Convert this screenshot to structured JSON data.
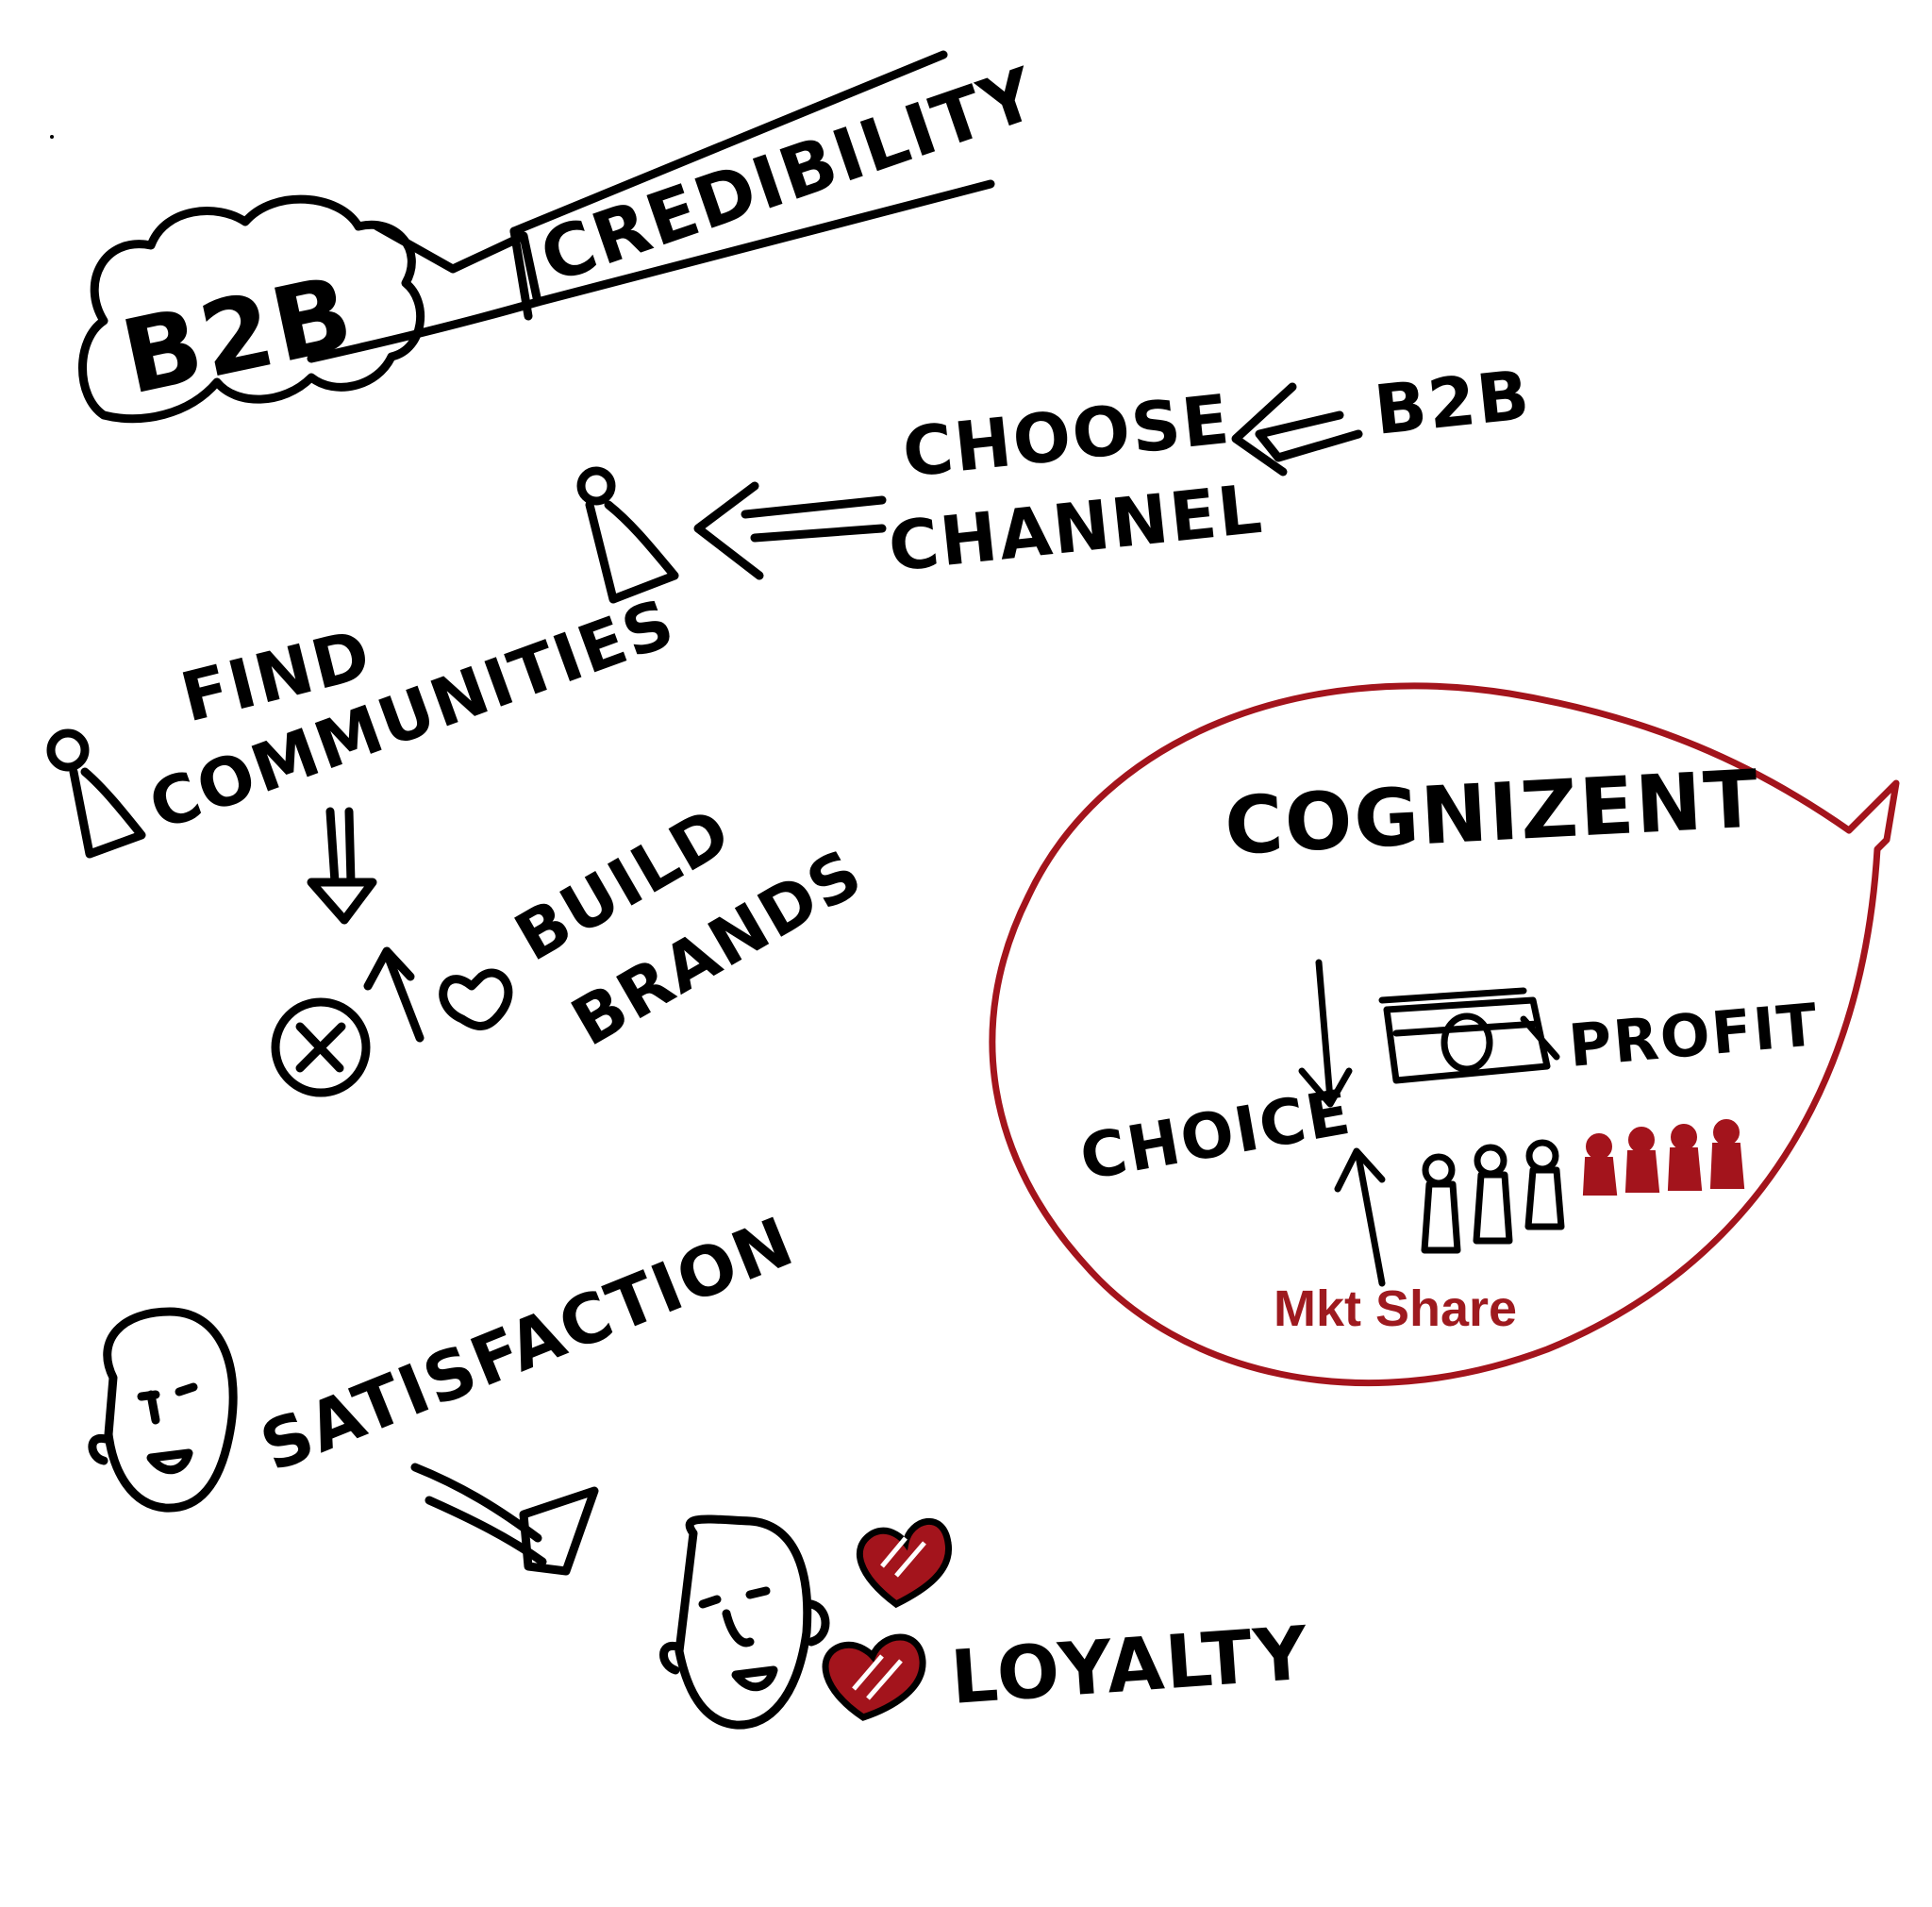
{
  "labels": {
    "b2b_cloud": "B2B",
    "credibility": "CREDIBILITY",
    "b2b_small": "B2B",
    "choose": "CHOOSE",
    "channel": "CHANNEL",
    "find": "FIND",
    "communities": "COMMUNITIES",
    "build": "BUILD",
    "brands": "BRANDS",
    "x_mark": "X",
    "cognizent": "COGNIZENT",
    "profit": "PROFIT",
    "choice": "CHOICE",
    "mkt_share": "Mkt Share",
    "satisfaction": "SATISFACTION",
    "loyalty": "LOYALTY"
  },
  "colors": {
    "ink": "#000000",
    "accent_red": "#a3141c",
    "label_red": "#9e1a1f",
    "background": "#ffffff"
  },
  "icons": [
    "b2b-cloud-icon",
    "pencil-icon",
    "person-icon",
    "arrow-icon",
    "heart-icon",
    "money-icon",
    "face-icon",
    "speech-bubble-icon"
  ]
}
